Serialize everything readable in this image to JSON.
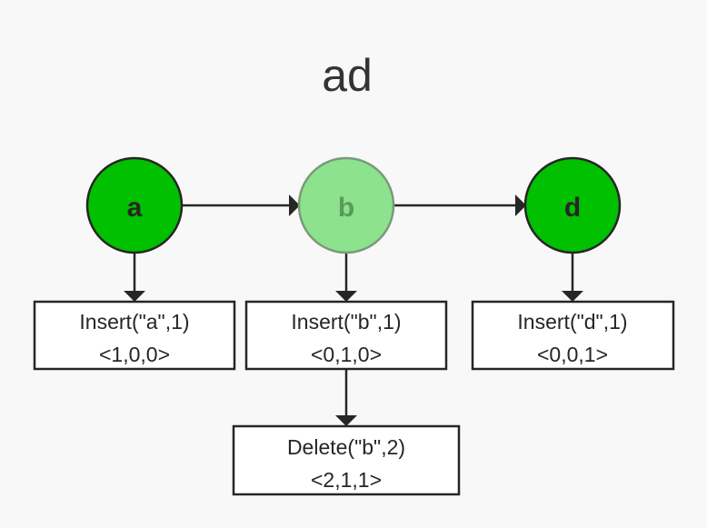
{
  "title": "ad",
  "colors": {
    "active_fill": "#00c000",
    "deleted_fill": "#8de28d",
    "deleted_stroke": "#7a9a7a",
    "deleted_text": "#5a9a5a",
    "stroke": "#262626",
    "box_fill": "#ffffff",
    "background": "#f8f8f8"
  },
  "nodes": [
    {
      "id": "a",
      "label": "a",
      "state": "active"
    },
    {
      "id": "b",
      "label": "b",
      "state": "deleted"
    },
    {
      "id": "d",
      "label": "d",
      "state": "active"
    }
  ],
  "operations": [
    {
      "id": "op-a",
      "line1": "Insert(\"a\",1)",
      "line2": "<1,0,0>"
    },
    {
      "id": "op-b",
      "line1": "Insert(\"b\",1)",
      "line2": "<0,1,0>"
    },
    {
      "id": "op-d",
      "line1": "Insert(\"d\",1)",
      "line2": "<0,0,1>"
    },
    {
      "id": "op-del-b",
      "line1": "Delete(\"b\",2)",
      "line2": "<2,1,1>"
    }
  ],
  "edges": [
    {
      "from": "a",
      "to": "b"
    },
    {
      "from": "b",
      "to": "d"
    },
    {
      "from": "a",
      "to": "op-a"
    },
    {
      "from": "b",
      "to": "op-b"
    },
    {
      "from": "d",
      "to": "op-d"
    },
    {
      "from": "op-b",
      "to": "op-del-b"
    }
  ]
}
